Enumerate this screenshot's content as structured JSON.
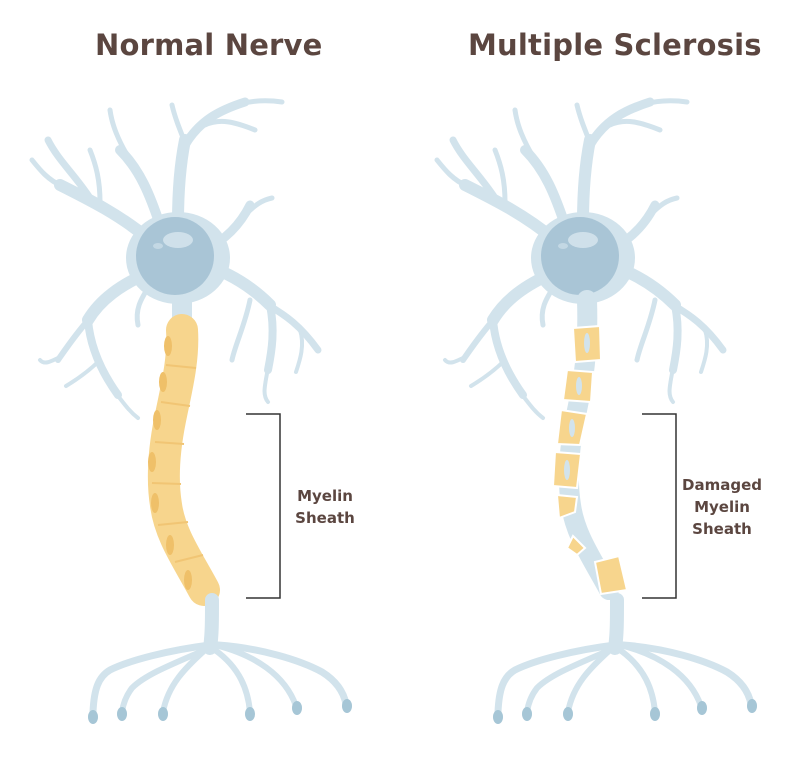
{
  "panels": {
    "normal": {
      "title": "Normal Nerve",
      "label_lines": [
        "Myelin",
        "Sheath"
      ]
    },
    "ms": {
      "title": "Multiple Sclerosis",
      "label_lines": [
        "Damaged",
        "Myelin",
        "Sheath"
      ]
    }
  },
  "colors": {
    "neuron": "#d2e3ec",
    "neuron_tip": "#a6c6d6",
    "nucleus": "#a9c5d6",
    "nucleus_highlight": "#cfe0ea",
    "myelin": "#f7d58d",
    "myelin_dark": "#efc069",
    "text": "#5b4640",
    "bracket": "#333333"
  }
}
